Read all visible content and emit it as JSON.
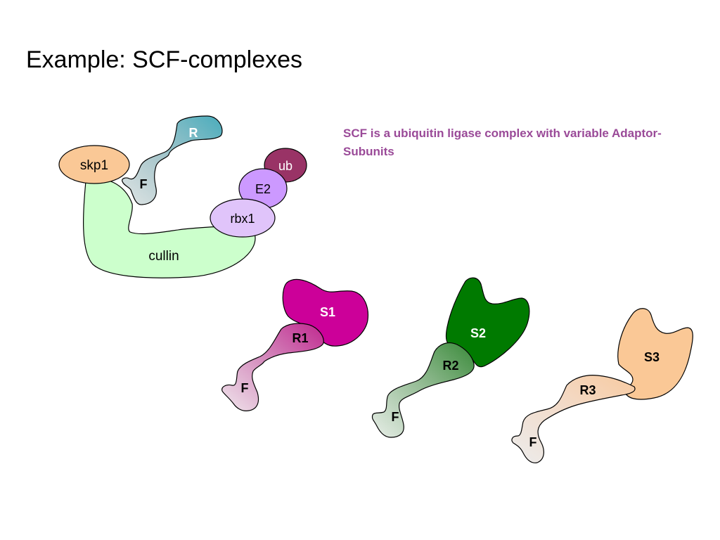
{
  "title": "Example: SCF-complexes",
  "description": "SCF is a ubiquitin ligase complex with variable Adaptor-Subunits",
  "scf_complex": {
    "skp1": "skp1",
    "cullin": "cullin",
    "rbx1": "rbx1",
    "e2": "E2",
    "ub": "ub",
    "receptor": "R",
    "fbox": "F"
  },
  "adaptors": [
    {
      "substrate": "S1",
      "receptor": "R1",
      "fbox": "F",
      "color": "#cc0099"
    },
    {
      "substrate": "S2",
      "receptor": "R2",
      "fbox": "F",
      "color": "#007a00"
    },
    {
      "substrate": "S3",
      "receptor": "R3",
      "fbox": "F",
      "color": "#fac896"
    }
  ],
  "colors": {
    "skp1": "#fac896",
    "cullin": "#ccffcc",
    "rbx1": "#e0c4fa",
    "e2": "#cc99ff",
    "ub": "#993366",
    "receptor_top": "#4aacbc",
    "text_purple": "#9a4a98"
  }
}
